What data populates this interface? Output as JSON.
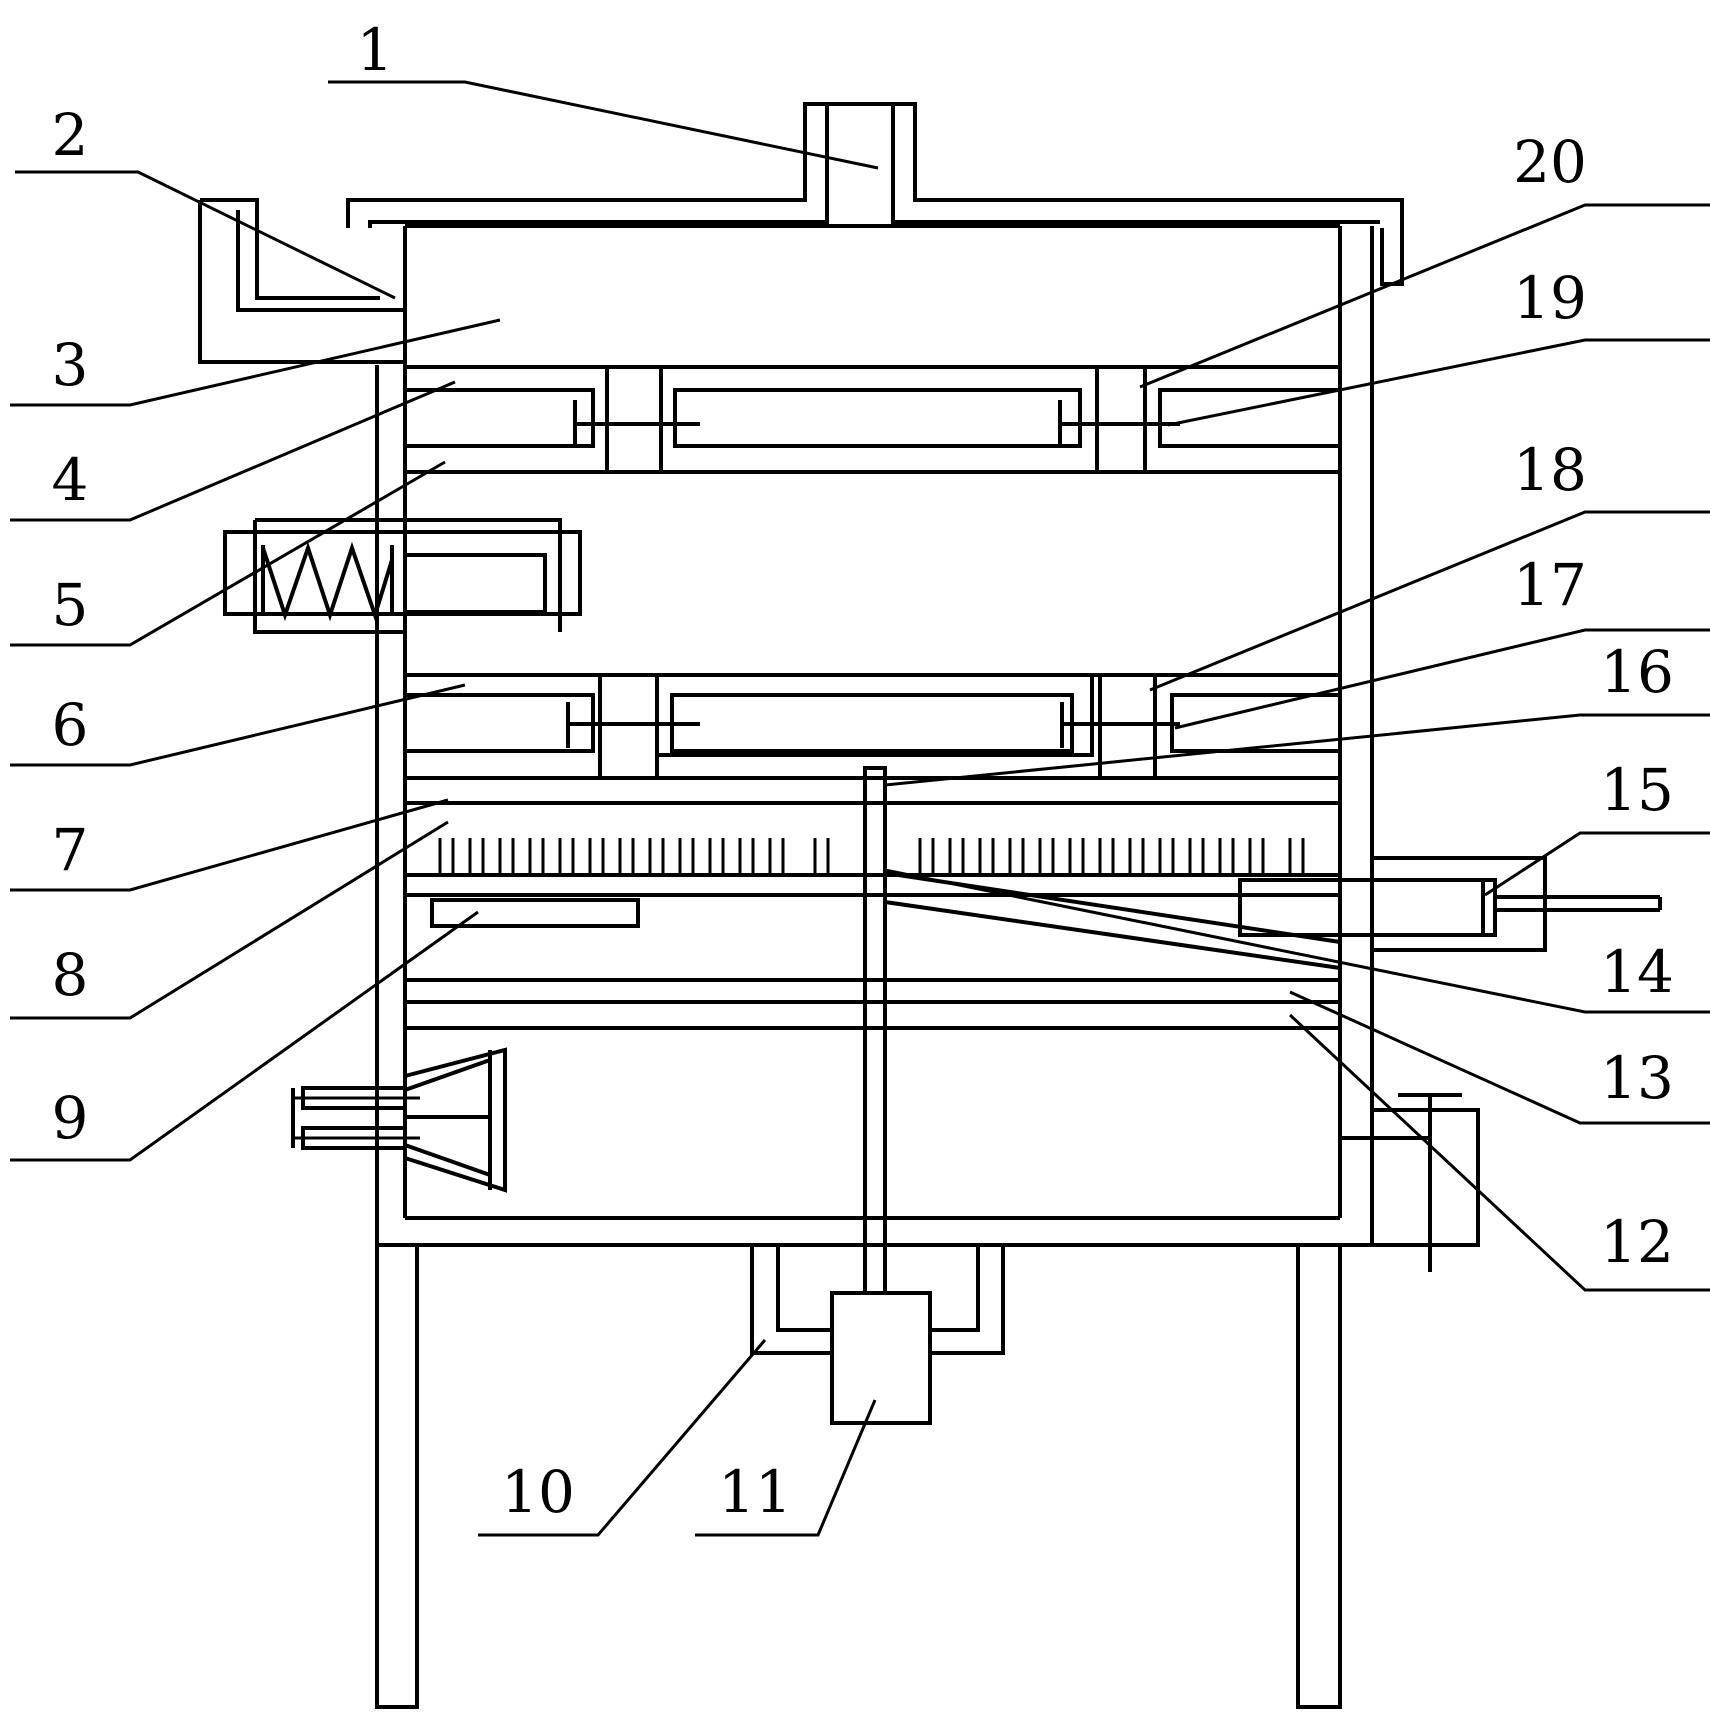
{
  "drawing": {
    "colors": {
      "line": "#000000",
      "background": "#ffffff"
    },
    "callouts": [
      {
        "id": "c1",
        "label": "1"
      },
      {
        "id": "c2",
        "label": "2"
      },
      {
        "id": "c3",
        "label": "3"
      },
      {
        "id": "c4",
        "label": "4"
      },
      {
        "id": "c5",
        "label": "5"
      },
      {
        "id": "c6",
        "label": "6"
      },
      {
        "id": "c7",
        "label": "7"
      },
      {
        "id": "c8",
        "label": "8"
      },
      {
        "id": "c9",
        "label": "9"
      },
      {
        "id": "c10",
        "label": "10"
      },
      {
        "id": "c11",
        "label": "11"
      },
      {
        "id": "c12",
        "label": "12"
      },
      {
        "id": "c13",
        "label": "13"
      },
      {
        "id": "c14",
        "label": "14"
      },
      {
        "id": "c15",
        "label": "15"
      },
      {
        "id": "c16",
        "label": "16"
      },
      {
        "id": "c17",
        "label": "17"
      },
      {
        "id": "c18",
        "label": "18"
      },
      {
        "id": "c19",
        "label": "19"
      },
      {
        "id": "c20",
        "label": "20"
      }
    ]
  }
}
